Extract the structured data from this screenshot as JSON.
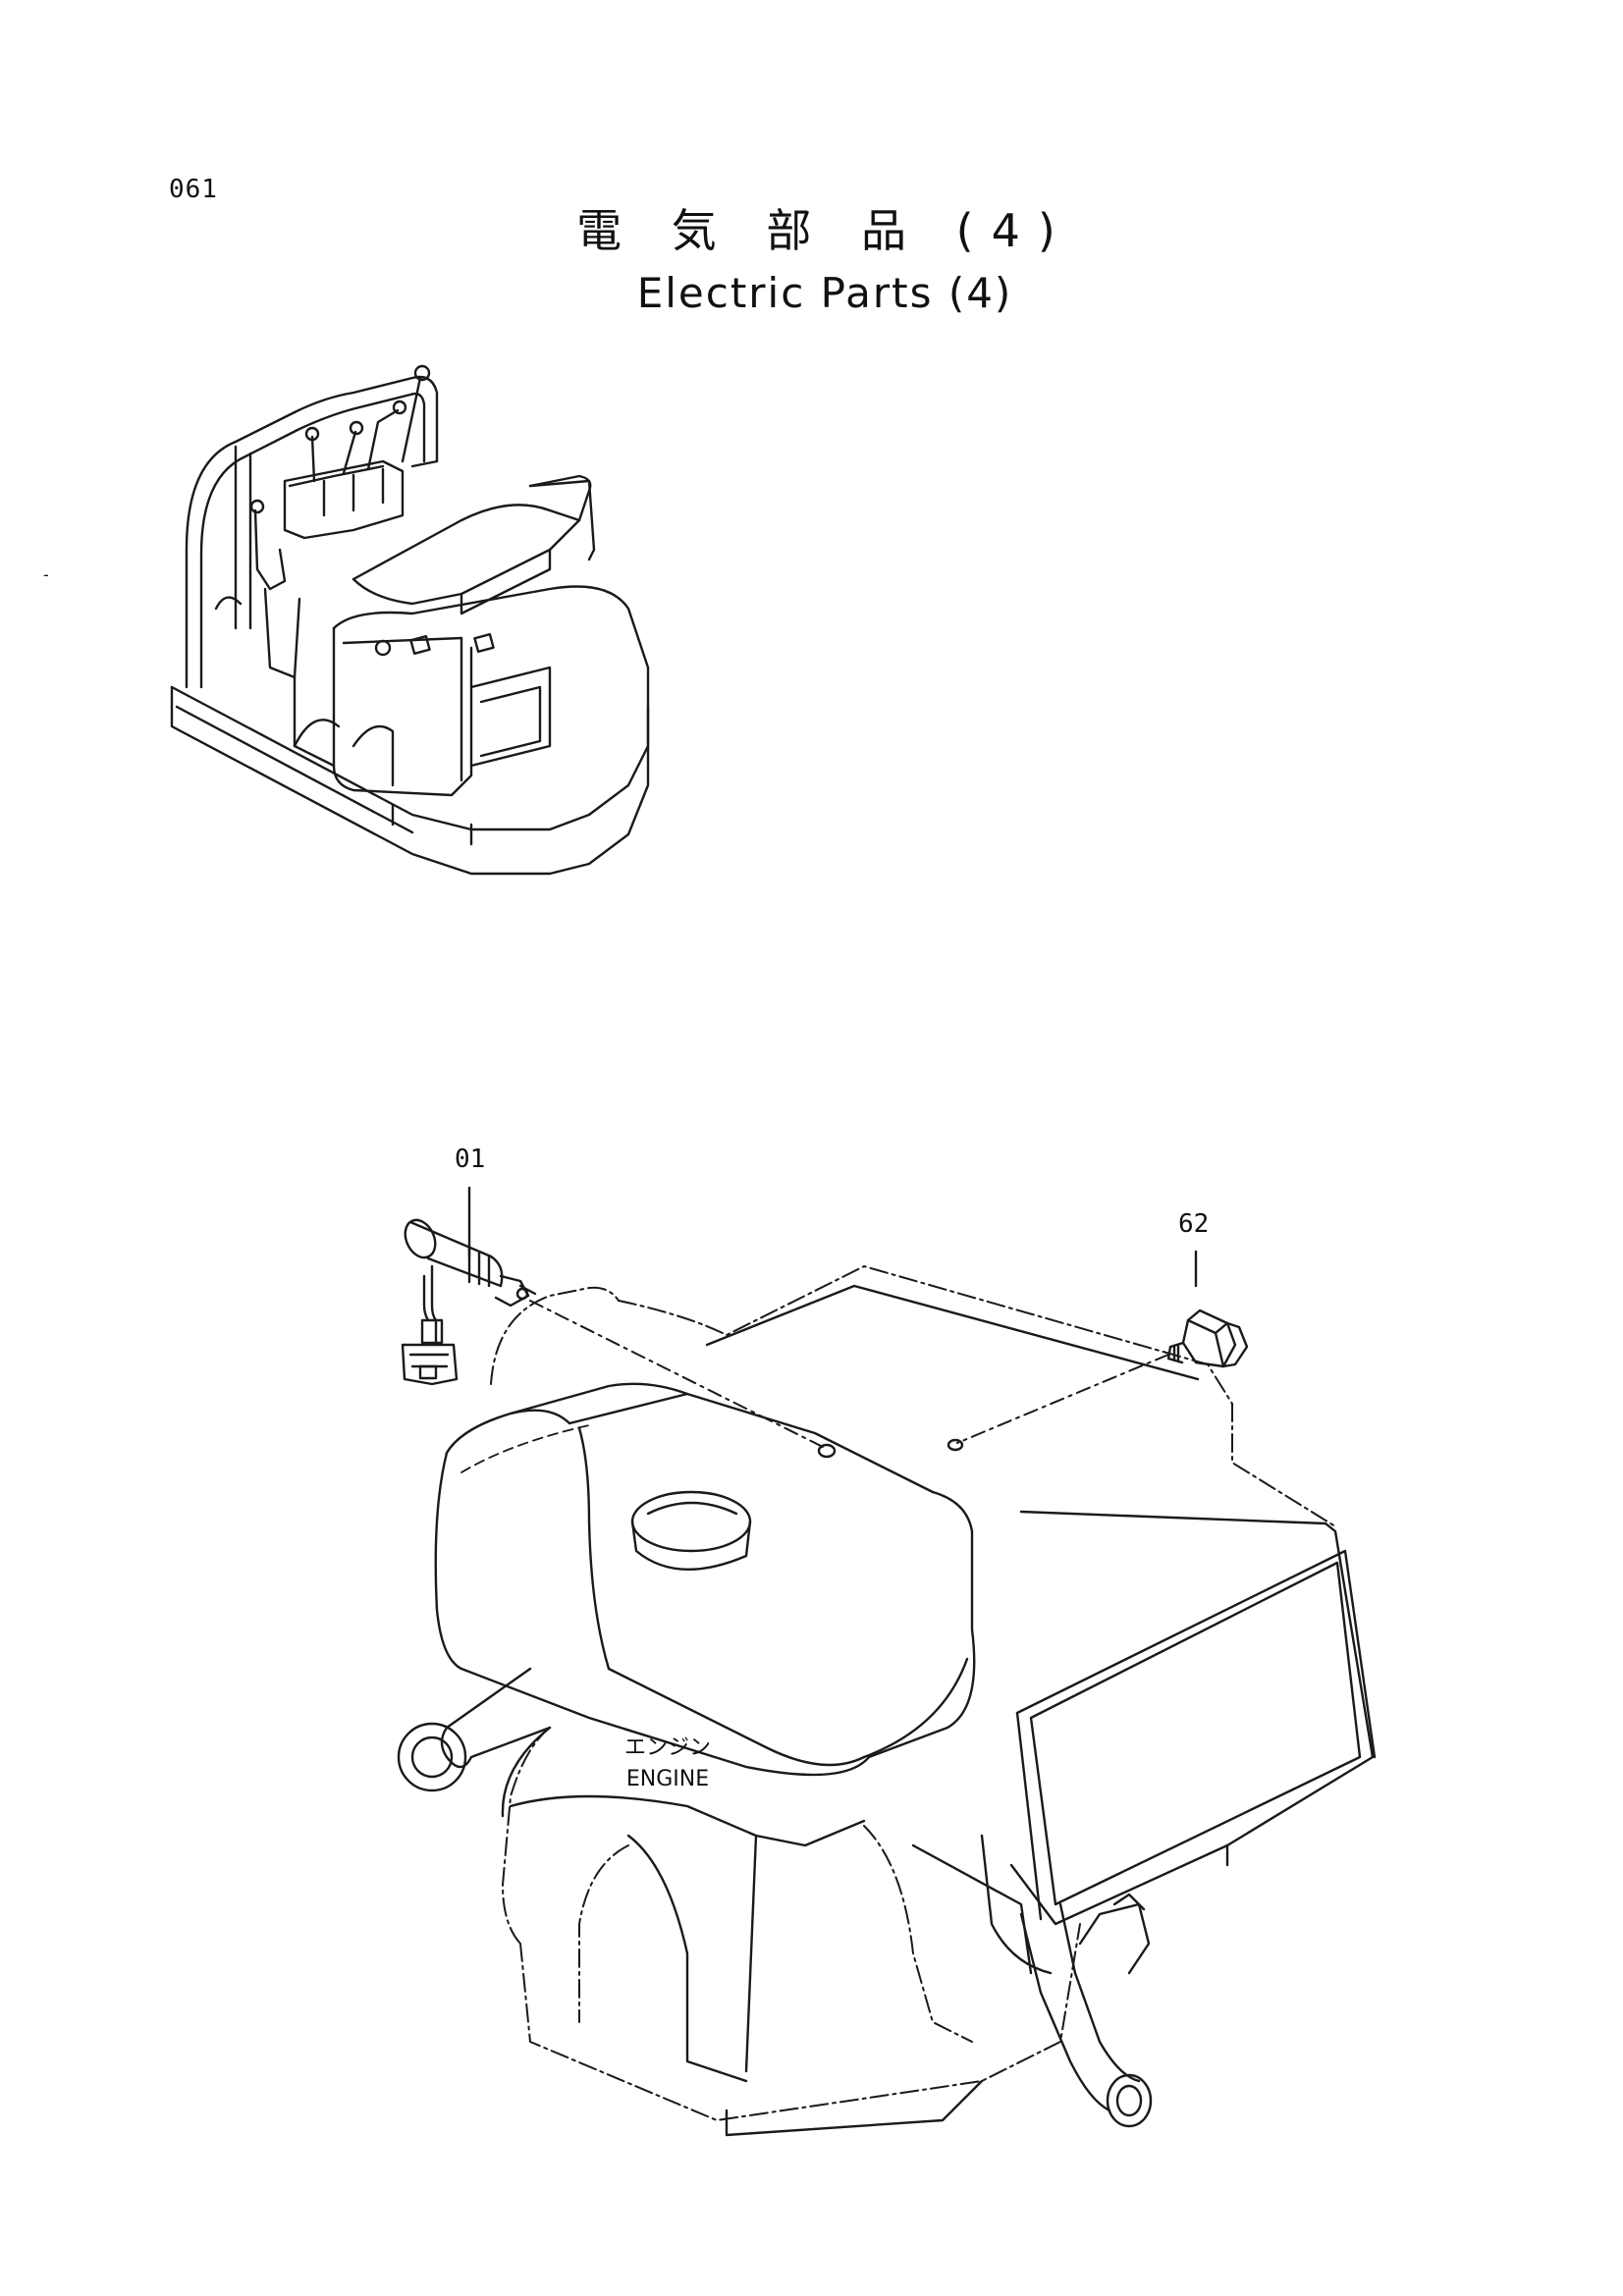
{
  "page": {
    "number": "061",
    "title_jp": "電 気 部 品 (4)",
    "title_en": "Electric Parts (4)",
    "margin_mark": "-"
  },
  "callouts": [
    {
      "id": "01"
    },
    {
      "id": "62"
    }
  ],
  "engine_label": {
    "jp": "エンジン",
    "en": "ENGINE"
  }
}
